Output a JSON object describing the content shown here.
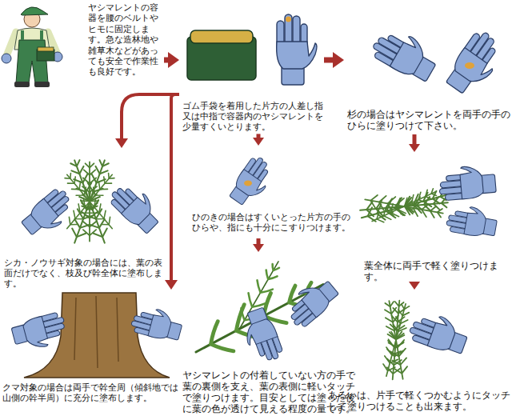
{
  "diagram": {
    "nodes": [
      {
        "text": [
          "ヤシマレントの容器を腰のベルトやヒモに固定します。急な造林地や雑草木などがあっても安全で作業性も良好です。"
        ]
      },
      {
        "text": [
          "ゴム手袋を着用した片方の人差し指又は中指で容器内のヤシマレントを少量すくいとります。"
        ]
      },
      {
        "text": [
          "杉の場合はヤシマレントを両手の手のひらに塗りつけて下さい。"
        ]
      },
      {
        "text": [
          "シカ・ノウサギ対象の場合には、葉の表面だけでなく、枝及び幹全体に塗布します。"
        ]
      },
      {
        "text": [
          "ひのきの場合はすくいとった片方の手のひらや、指にも十分にこすりつけます。"
        ]
      },
      {
        "text": [
          "葉全体に両手で軽く塗りつけます。"
        ]
      },
      {
        "text": [
          "クマ対象の場合は両手で幹全周（傾斜地では山側の幹半周）に充分に塗布します。"
        ]
      },
      {
        "text": [
          "ヤシマレントの付着していない方の手で葉の裏側を支え、葉の表側に軽いタッチで塗りつけます。目安としては塗った後に葉の色が透けて見える程度の量です。"
        ]
      },
      {
        "text": [
          "あるいは、片手で軽くつかむようにタッチして塗りつけることも出来ます。"
        ]
      }
    ],
    "edges": [
      {
        "from": 0,
        "to": 1,
        "arrow": "to"
      },
      {
        "from": 1,
        "to": 2,
        "arrow": "to"
      },
      {
        "from": 2,
        "to": 5,
        "arrow": "to"
      },
      {
        "from": 5,
        "to": 8,
        "arrow": "to"
      },
      {
        "from": 1,
        "to": 4,
        "arrow": "to"
      },
      {
        "from": 4,
        "to": 7,
        "arrow": "to"
      },
      {
        "from": 1,
        "to": 3,
        "arrow": "to"
      },
      {
        "from": 1,
        "to": 6,
        "arrow": "to"
      }
    ]
  }
}
